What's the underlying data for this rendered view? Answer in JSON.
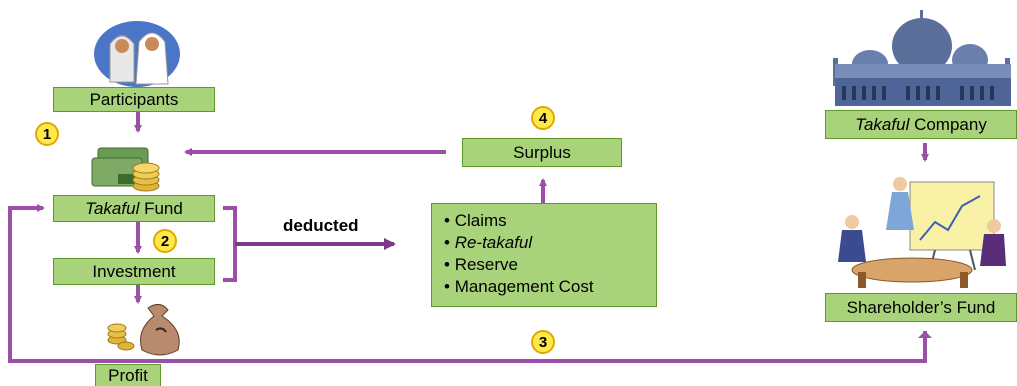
{
  "nodes": {
    "participants": "Participants",
    "takaful_fund": {
      "italic": "Takaful",
      "rest": " Fund"
    },
    "investment": "Investment",
    "profit": "Profit",
    "surplus": "Surplus",
    "takaful_company": {
      "italic": "Takaful",
      "rest": " Company"
    },
    "shareholders_fund": "Shareholder’s Fund"
  },
  "deductions": {
    "items": [
      "Claims",
      "Re-takaful",
      "Reserve",
      "Management Cost"
    ],
    "italic_index": 1,
    "bullet": "•"
  },
  "edge_label": "deducted",
  "steps": [
    "1",
    "2",
    "3",
    "4"
  ],
  "icons": [
    "participants-illustration",
    "money-stack-illustration",
    "money-bag-illustration",
    "mosque-illustration",
    "business-meeting-illustration"
  ],
  "colors": {
    "box_fill": "#a9d37a",
    "arrow": "#9b4fa6",
    "badge": "#ffe94a"
  }
}
